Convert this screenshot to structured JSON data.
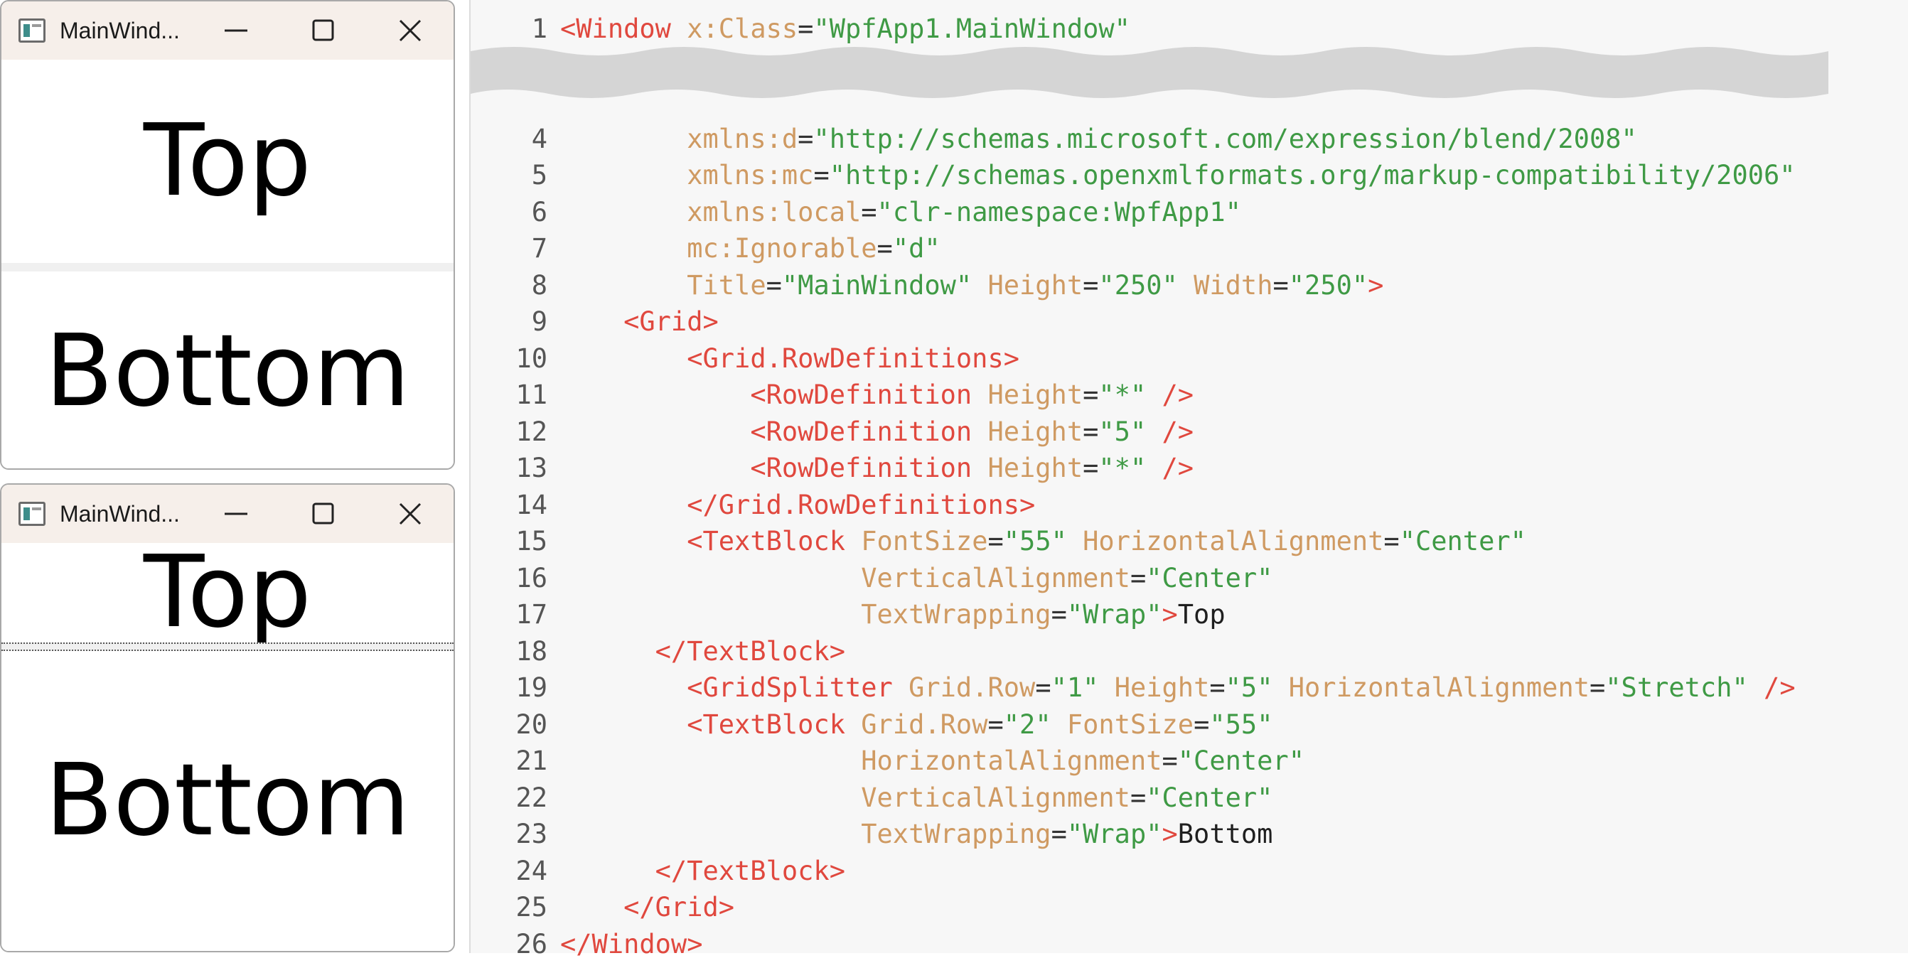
{
  "windows": [
    {
      "title": "MainWind...",
      "top_text": "Top",
      "bottom_text": "Bottom"
    },
    {
      "title": "MainWind...",
      "top_text": "Top",
      "bottom_text": "Bottom"
    }
  ],
  "colors": {
    "tag": "#e0483e",
    "attribute": "#cf9a62",
    "string": "#3f9a45",
    "text": "#1f1f1f",
    "titlebar": "#f6efea",
    "editor_bg": "#f7f7f7"
  },
  "icons": [
    "app-icon",
    "minimize-icon",
    "maximize-icon",
    "close-icon"
  ],
  "code": {
    "lines": [
      {
        "num": "1",
        "tokens": [
          [
            "tag",
            "<Window "
          ],
          [
            "attr",
            "x:Class"
          ],
          [
            "pun",
            "="
          ],
          [
            "str",
            "\"WpfApp1.MainWindow\""
          ]
        ]
      },
      {
        "num": "4",
        "tokens": [
          [
            "pun",
            "        "
          ],
          [
            "attr",
            "xmlns:d"
          ],
          [
            "pun",
            "="
          ],
          [
            "str",
            "\"http://schemas.microsoft.com/expression/blend/2008\""
          ]
        ]
      },
      {
        "num": "5",
        "tokens": [
          [
            "pun",
            "        "
          ],
          [
            "attr",
            "xmlns:mc"
          ],
          [
            "pun",
            "="
          ],
          [
            "str",
            "\"http://schemas.openxmlformats.org/markup-compatibility/2006\""
          ]
        ]
      },
      {
        "num": "6",
        "tokens": [
          [
            "pun",
            "        "
          ],
          [
            "attr",
            "xmlns:local"
          ],
          [
            "pun",
            "="
          ],
          [
            "str",
            "\"clr-namespace:WpfApp1\""
          ]
        ]
      },
      {
        "num": "7",
        "tokens": [
          [
            "pun",
            "        "
          ],
          [
            "attr",
            "mc:Ignorable"
          ],
          [
            "pun",
            "="
          ],
          [
            "str",
            "\"d\""
          ]
        ]
      },
      {
        "num": "8",
        "tokens": [
          [
            "pun",
            "        "
          ],
          [
            "attr",
            "Title"
          ],
          [
            "pun",
            "="
          ],
          [
            "str",
            "\"MainWindow\""
          ],
          [
            "pun",
            " "
          ],
          [
            "attr",
            "Height"
          ],
          [
            "pun",
            "="
          ],
          [
            "str",
            "\"250\""
          ],
          [
            "pun",
            " "
          ],
          [
            "attr",
            "Width"
          ],
          [
            "pun",
            "="
          ],
          [
            "str",
            "\"250\""
          ],
          [
            "tag",
            ">"
          ]
        ]
      },
      {
        "num": "9",
        "tokens": [
          [
            "pun",
            "    "
          ],
          [
            "tag",
            "<Grid>"
          ]
        ]
      },
      {
        "num": "10",
        "tokens": [
          [
            "pun",
            "        "
          ],
          [
            "tag",
            "<Grid.RowDefinitions>"
          ]
        ]
      },
      {
        "num": "11",
        "tokens": [
          [
            "pun",
            "            "
          ],
          [
            "tag",
            "<RowDefinition "
          ],
          [
            "attr",
            "Height"
          ],
          [
            "pun",
            "="
          ],
          [
            "str",
            "\"*\""
          ],
          [
            "pun",
            " "
          ],
          [
            "tag",
            "/>"
          ]
        ]
      },
      {
        "num": "12",
        "tokens": [
          [
            "pun",
            "            "
          ],
          [
            "tag",
            "<RowDefinition "
          ],
          [
            "attr",
            "Height"
          ],
          [
            "pun",
            "="
          ],
          [
            "str",
            "\"5\""
          ],
          [
            "pun",
            " "
          ],
          [
            "tag",
            "/>"
          ]
        ]
      },
      {
        "num": "13",
        "tokens": [
          [
            "pun",
            "            "
          ],
          [
            "tag",
            "<RowDefinition "
          ],
          [
            "attr",
            "Height"
          ],
          [
            "pun",
            "="
          ],
          [
            "str",
            "\"*\""
          ],
          [
            "pun",
            " "
          ],
          [
            "tag",
            "/>"
          ]
        ]
      },
      {
        "num": "14",
        "tokens": [
          [
            "pun",
            "        "
          ],
          [
            "tag",
            "</Grid.RowDefinitions>"
          ]
        ]
      },
      {
        "num": "15",
        "tokens": [
          [
            "pun",
            "        "
          ],
          [
            "tag",
            "<TextBlock "
          ],
          [
            "attr",
            "FontSize"
          ],
          [
            "pun",
            "="
          ],
          [
            "str",
            "\"55\""
          ],
          [
            "pun",
            " "
          ],
          [
            "attr",
            "HorizontalAlignment"
          ],
          [
            "pun",
            "="
          ],
          [
            "str",
            "\"Center\""
          ]
        ]
      },
      {
        "num": "16",
        "tokens": [
          [
            "pun",
            "                   "
          ],
          [
            "attr",
            "VerticalAlignment"
          ],
          [
            "pun",
            "="
          ],
          [
            "str",
            "\"Center\""
          ]
        ]
      },
      {
        "num": "17",
        "tokens": [
          [
            "pun",
            "                   "
          ],
          [
            "attr",
            "TextWrapping"
          ],
          [
            "pun",
            "="
          ],
          [
            "str",
            "\"Wrap\""
          ],
          [
            "tag",
            ">"
          ],
          [
            "txt",
            "Top"
          ]
        ]
      },
      {
        "num": "18",
        "tokens": [
          [
            "pun",
            "      "
          ],
          [
            "tag",
            "</TextBlock>"
          ]
        ]
      },
      {
        "num": "19",
        "tokens": [
          [
            "pun",
            "        "
          ],
          [
            "tag",
            "<GridSplitter "
          ],
          [
            "attr",
            "Grid.Row"
          ],
          [
            "pun",
            "="
          ],
          [
            "str",
            "\"1\""
          ],
          [
            "pun",
            " "
          ],
          [
            "attr",
            "Height"
          ],
          [
            "pun",
            "="
          ],
          [
            "str",
            "\"5\""
          ],
          [
            "pun",
            " "
          ],
          [
            "attr",
            "HorizontalAlignment"
          ],
          [
            "pun",
            "="
          ],
          [
            "str",
            "\"Stretch\""
          ],
          [
            "pun",
            " "
          ],
          [
            "tag",
            "/>"
          ]
        ]
      },
      {
        "num": "20",
        "tokens": [
          [
            "pun",
            "        "
          ],
          [
            "tag",
            "<TextBlock "
          ],
          [
            "attr",
            "Grid.Row"
          ],
          [
            "pun",
            "="
          ],
          [
            "str",
            "\"2\""
          ],
          [
            "pun",
            " "
          ],
          [
            "attr",
            "FontSize"
          ],
          [
            "pun",
            "="
          ],
          [
            "str",
            "\"55\""
          ]
        ]
      },
      {
        "num": "21",
        "tokens": [
          [
            "pun",
            "                   "
          ],
          [
            "attr",
            "HorizontalAlignment"
          ],
          [
            "pun",
            "="
          ],
          [
            "str",
            "\"Center\""
          ]
        ]
      },
      {
        "num": "22",
        "tokens": [
          [
            "pun",
            "                   "
          ],
          [
            "attr",
            "VerticalAlignment"
          ],
          [
            "pun",
            "="
          ],
          [
            "str",
            "\"Center\""
          ]
        ]
      },
      {
        "num": "23",
        "tokens": [
          [
            "pun",
            "                   "
          ],
          [
            "attr",
            "TextWrapping"
          ],
          [
            "pun",
            "="
          ],
          [
            "str",
            "\"Wrap\""
          ],
          [
            "tag",
            ">"
          ],
          [
            "txt",
            "Bottom"
          ]
        ]
      },
      {
        "num": "24",
        "tokens": [
          [
            "pun",
            "      "
          ],
          [
            "tag",
            "</TextBlock>"
          ]
        ]
      },
      {
        "num": "25",
        "tokens": [
          [
            "pun",
            "    "
          ],
          [
            "tag",
            "</Grid>"
          ]
        ]
      },
      {
        "num": "26",
        "tokens": [
          [
            "tag",
            "</Window>"
          ]
        ]
      }
    ]
  }
}
